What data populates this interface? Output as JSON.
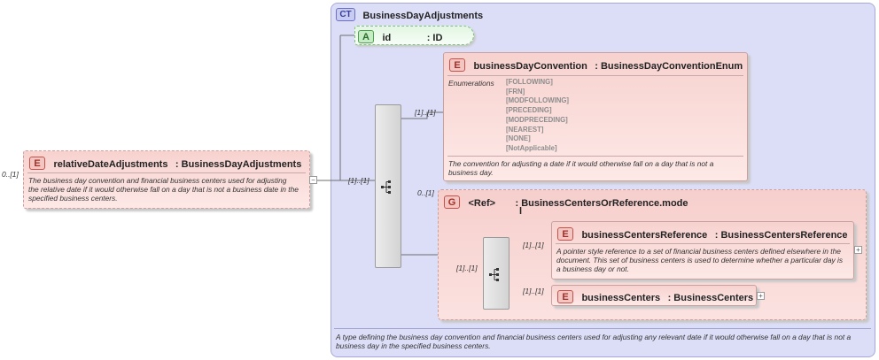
{
  "complex_type": {
    "badge": "CT",
    "name": "BusinessDayAdjustments",
    "documentation": "A type defining the business day convention and financial business centers used for adjusting any relevant date if it would otherwise fall on a day that is not a business day in the specified business centers."
  },
  "root_element": {
    "badge": "E",
    "name": "relativeDateAdjustments",
    "type": ": BusinessDayAdjustments",
    "multiplicity": "0..[1]",
    "documentation": "The business day convention and financial business centers used for adjusting the relative date if it would otherwise fall on a day that is not a business date in the specified business centers.",
    "collapse_symbol": "−"
  },
  "attribute": {
    "badge": "A",
    "name": "id",
    "type": ": ID"
  },
  "sequence": {
    "multiplicity": "[1]..[1]"
  },
  "convention_element": {
    "badge": "E",
    "name": "businessDayConvention",
    "type": ": BusinessDayConventionEnum",
    "multiplicity": "[1]..[1]",
    "enumerations_label": "Enumerations",
    "enumerations": [
      "[FOLLOWING]",
      "[FRN]",
      "[MODFOLLOWING]",
      "[PRECEDING]",
      "[MODPRECEDING]",
      "[NEAREST]",
      "[NONE]",
      "[NotApplicable]"
    ],
    "documentation": "The convention for adjusting a date if it would otherwise fall on a day that is not a business day."
  },
  "group": {
    "badge": "G",
    "name": "<Ref>",
    "type": ": BusinessCentersOrReference.mode",
    "type_tail": "l",
    "multiplicity": "0..[1]"
  },
  "inner_sequence": {
    "multiplicity": "[1]..[1]"
  },
  "centers_reference_element": {
    "badge": "E",
    "name": "businessCentersReference",
    "type": ": BusinessCentersReference",
    "multiplicity": "[1]..[1]",
    "documentation": "A pointer style reference to a set of financial business centers defined elsewhere in the document. This set of business centers is used to determine whether a particular day is a business day or not.",
    "expand_symbol": "+"
  },
  "centers_element": {
    "badge": "E",
    "name": "businessCenters",
    "type": ": BusinessCenters",
    "multiplicity": "[1]..[1]",
    "expand_symbol": "+"
  }
}
